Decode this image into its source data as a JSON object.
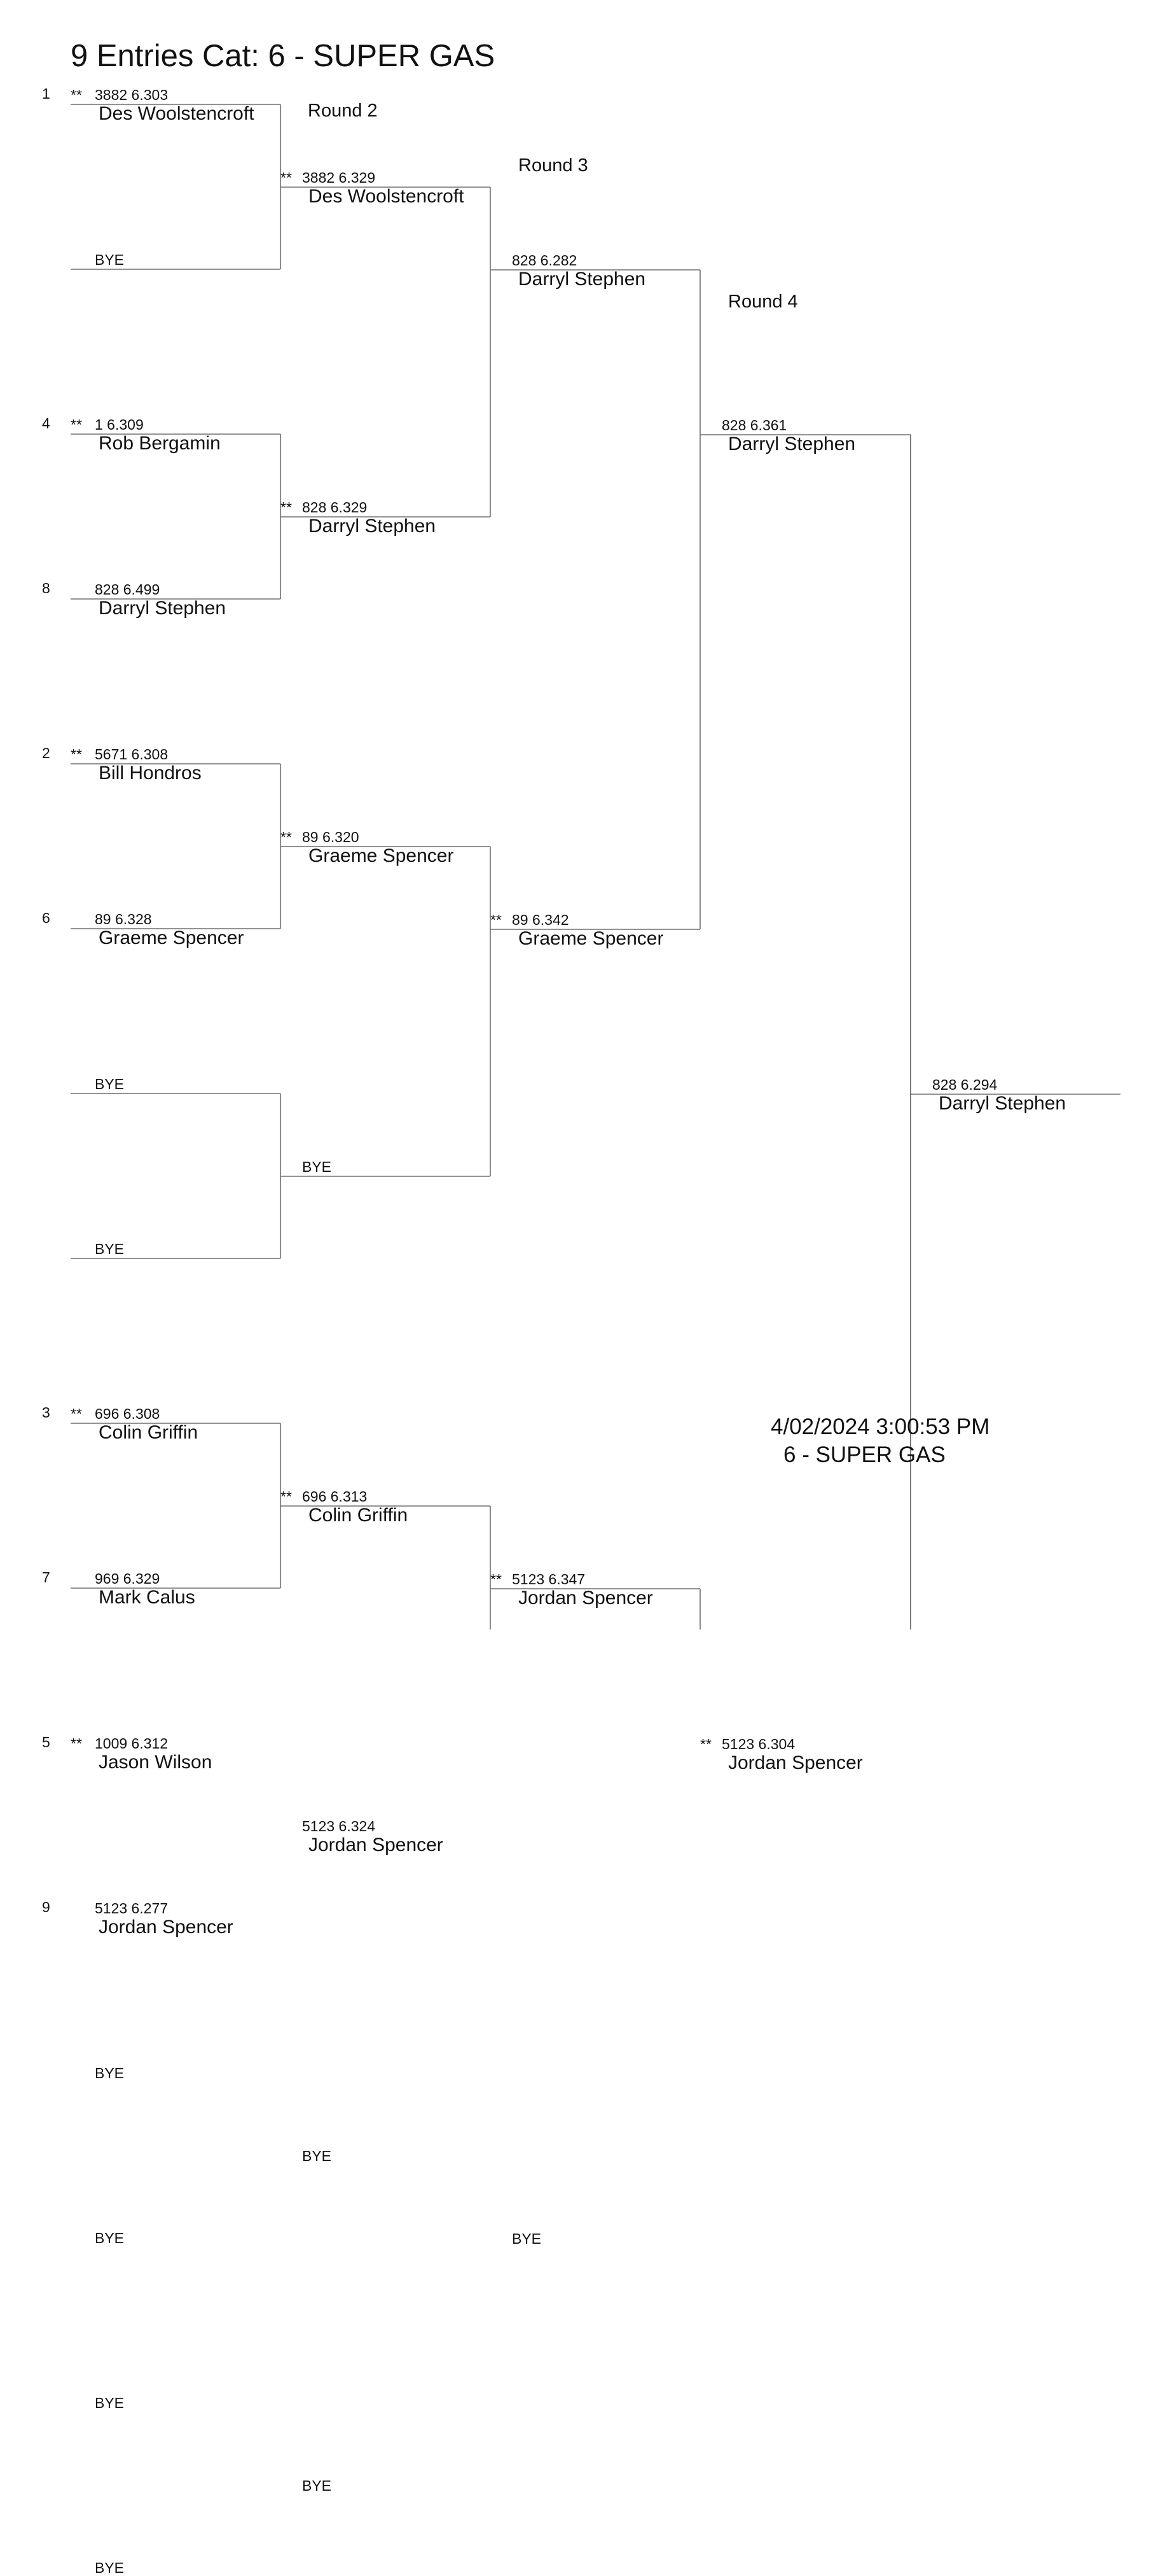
{
  "header": {
    "title": "9 Entries Cat:   6 - SUPER GAS"
  },
  "round_labels": [
    "Round 2",
    "Round 3",
    "Round 4"
  ],
  "round1": [
    {
      "seed": "1",
      "stars": "**",
      "numbers": "3882  6.303",
      "name": "Des Woolstencroft"
    },
    {
      "seed": "",
      "stars": "",
      "numbers": "BYE",
      "name": ""
    },
    {
      "seed": "4",
      "stars": "**",
      "numbers": "1  6.309",
      "name": "Rob Bergamin"
    },
    {
      "seed": "8",
      "stars": "",
      "numbers": "828  6.499",
      "name": "Darryl Stephen"
    },
    {
      "seed": "2",
      "stars": "**",
      "numbers": "5671  6.308",
      "name": "Bill Hondros"
    },
    {
      "seed": "6",
      "stars": "",
      "numbers": "89  6.328",
      "name": "Graeme Spencer"
    },
    {
      "seed": "",
      "stars": "",
      "numbers": "BYE",
      "name": ""
    },
    {
      "seed": "",
      "stars": "",
      "numbers": "BYE",
      "name": ""
    },
    {
      "seed": "3",
      "stars": "**",
      "numbers": "696  6.308",
      "name": "Colin Griffin"
    },
    {
      "seed": "7",
      "stars": "",
      "numbers": "969  6.329",
      "name": "Mark Calus"
    },
    {
      "seed": "5",
      "stars": "**",
      "numbers": "1009  6.312",
      "name": "Jason Wilson"
    },
    {
      "seed": "9",
      "stars": "",
      "numbers": "5123  6.277",
      "name": "Jordan Spencer"
    },
    {
      "seed": "",
      "stars": "",
      "numbers": "BYE",
      "name": ""
    },
    {
      "seed": "",
      "stars": "",
      "numbers": "BYE",
      "name": ""
    },
    {
      "seed": "",
      "stars": "",
      "numbers": "BYE",
      "name": ""
    },
    {
      "seed": "",
      "stars": "",
      "numbers": "BYE",
      "name": ""
    }
  ],
  "round2": [
    {
      "stars": "**",
      "numbers": "3882  6.329",
      "name": "Des Woolstencroft"
    },
    {
      "stars": "**",
      "numbers": "828  6.329",
      "name": "Darryl Stephen"
    },
    {
      "stars": "**",
      "numbers": "89  6.320",
      "name": "Graeme Spencer"
    },
    {
      "stars": "",
      "numbers": "BYE",
      "name": ""
    },
    {
      "stars": "**",
      "numbers": "696  6.313",
      "name": "Colin Griffin"
    },
    {
      "stars": "",
      "numbers": "5123  6.324",
      "name": "Jordan Spencer"
    },
    {
      "stars": "",
      "numbers": "BYE",
      "name": ""
    },
    {
      "stars": "",
      "numbers": "BYE",
      "name": ""
    }
  ],
  "round3": [
    {
      "stars": "",
      "numbers": "828  6.282",
      "name": "Darryl Stephen"
    },
    {
      "stars": "**",
      "numbers": "89  6.342",
      "name": "Graeme Spencer"
    },
    {
      "stars": "**",
      "numbers": "5123  6.347",
      "name": "Jordan Spencer"
    },
    {
      "stars": "",
      "numbers": "BYE",
      "name": ""
    }
  ],
  "round4": [
    {
      "stars": "",
      "numbers": "828  6.361",
      "name": "Darryl Stephen"
    },
    {
      "stars": "**",
      "numbers": "5123  6.304",
      "name": "Jordan Spencer"
    }
  ],
  "final": [
    {
      "stars": "",
      "numbers": "828  6.294",
      "name": "Darryl Stephen"
    }
  ],
  "footer": {
    "timestamp": "4/02/2024 3:00:53 PM",
    "category": "6 - SUPER GAS"
  }
}
